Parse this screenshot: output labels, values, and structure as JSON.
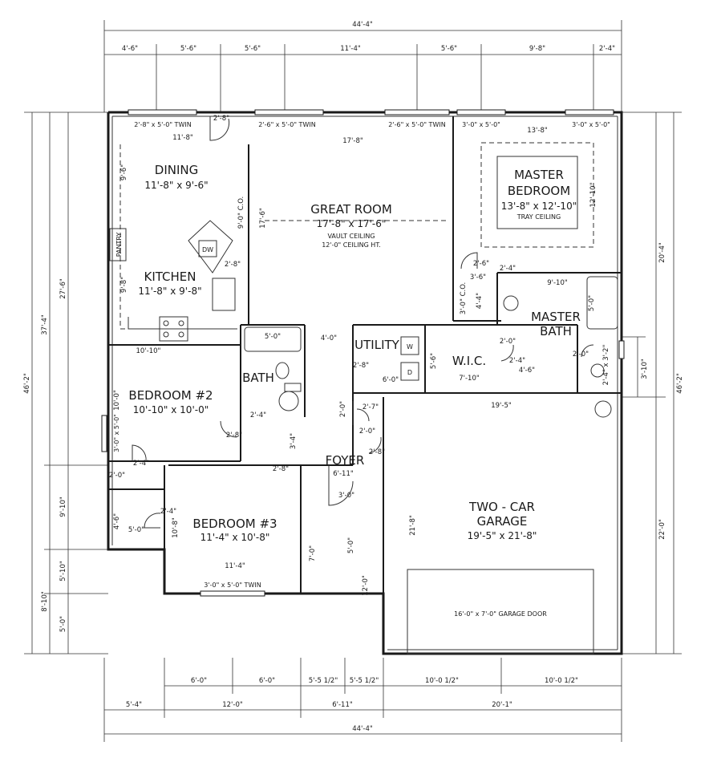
{
  "rooms": {
    "dining": {
      "name": "DINING",
      "size": "11'-8\" x 9'-6\""
    },
    "kitchen": {
      "name": "KITCHEN",
      "size": "11'-8\" x 9'-8\""
    },
    "great_room": {
      "name": "GREAT ROOM",
      "size": "17'-8\" x 17'-6\"",
      "note1": "VAULT CEILING",
      "note2": "12'-0\" CEILING HT."
    },
    "master_bedroom": {
      "name1": "MASTER",
      "name2": "BEDROOM",
      "size": "13'-8\" x 12'-10\"",
      "note": "TRAY CEILING"
    },
    "master_bath": {
      "name1": "MASTER",
      "name2": "BATH"
    },
    "utility": {
      "name": "UTILITY"
    },
    "wic": {
      "name": "W.I.C."
    },
    "bath": {
      "name": "BATH"
    },
    "bedroom2": {
      "name": "BEDROOM #2",
      "size": "10'-10\" x 10'-0\""
    },
    "bedroom3": {
      "name": "BEDROOM #3",
      "size": "11'-4\" x 10'-8\""
    },
    "foyer": {
      "name": "FOYER"
    },
    "garage": {
      "name1": "TWO - CAR",
      "name2": "GARAGE",
      "size": "19'-5\" x 21'-8\"",
      "door": "16'-0\" x 7'-0\" GARAGE DOOR"
    }
  },
  "fixtures": {
    "pantry": "PANTRY",
    "dw": "DW",
    "washer": "W",
    "dryer": "D"
  },
  "windows": {
    "dining_twin": "2'-8\" x 5'-0\" TWIN",
    "great_twin1": "2'-6\" x 5'-0\" TWIN",
    "great_twin2": "2'-6\" x 5'-0\" TWIN",
    "master1": "3'-0\" x 5'-0\"",
    "master2": "3'-0\" x 5'-0\"",
    "bed3_twin": "3'-0\" x 5'-0\" TWIN",
    "bed2_window": "3'-0\" x 5'-0\""
  },
  "dims_top_total": "44'-4\"",
  "dims_top": [
    "4'-6\"",
    "5'-6\"",
    "5'-6\"",
    "11'-4\"",
    "5'-6\"",
    "9'-8\"",
    "2'-4\""
  ],
  "dims_bottom_row1": [
    "6'-0\"",
    "6'-0\"",
    "5'-5 1/2\"",
    "5'-5 1/2\"",
    "10'-0 1/2\"",
    "10'-0 1/2\""
  ],
  "dims_bottom_row2": [
    "5'-4\"",
    "12'-0\"",
    "6'-11\"",
    "20'-1\""
  ],
  "dims_bottom_total": "44'-4\"",
  "dims_left": [
    "46'-2\"",
    "37'-4\"",
    "27'-6\"",
    "9'-10\"",
    "8'-10\"",
    "5'-10\"",
    "5'-0\""
  ],
  "dims_right": [
    "46'-2\"",
    "20'-4\"",
    "22'-0\"",
    "3'-10\""
  ],
  "dims_interior": {
    "d11_8": "11'-8\"",
    "d17_8": "17'-8\"",
    "d13_8": "13'-8\"",
    "d2_8": "2'-8\"",
    "d9_6": "9'-6\"",
    "d9_0co": "9'-0\" C.O.",
    "d17_6": "17'-6\"",
    "d9_8": "9'-8\"",
    "d12_10": "12'-10\"",
    "d10_10": "10'-10\"",
    "d5_0": "5'-0\"",
    "d4_0": "4'-0\"",
    "d5_6": "5'-6\"",
    "d7_10": "7'-10\"",
    "d19_5": "19'-5\"",
    "d21_8": "21'-8\"",
    "d6_11": "6'-11\"",
    "d3_0": "3'-0\"",
    "d11_4": "11'-4\"",
    "d10_8": "10'-8\"",
    "d10_0": "10'-0\"",
    "d2_4a": "2'-4\"",
    "d2_8b": "2'-8\"",
    "d3_4": "3'-4\"",
    "d2_8c": "2'-8\"",
    "d2_8d": "2'-8\"",
    "d2_8e": "2'-8\"",
    "d6_0": "6'-0\"",
    "d2_7": "2'-7\"",
    "d2_0": "2'-0\"",
    "d2_0b": "2'-0\"",
    "d2_4b": "2'-4\"",
    "d2_4c": "2'-4\"",
    "d2_4d": "2'-4\"",
    "d4_6": "4'-6\"",
    "d5_0b": "5'-0\"",
    "d4_6b": "4'-6\"",
    "d7_0": "7'-0\"",
    "d5_0c": "5'-0\"",
    "d12_0": "12'-0\"",
    "d2_6": "2'-6\"",
    "d3_6": "3'-6\"",
    "d4_4": "4'-4\"",
    "d2_4e": "2'-4\"",
    "d9_10": "9'-10\"",
    "d5_0d": "5'-0\"",
    "d2_0c": "2'-0\"",
    "d2_4f": "2'-4\"",
    "d4_6c": "4'-6\"",
    "d2_0d": "2'-0\"",
    "d2_4x": "2'-4\" x 3'-2\"",
    "d3_0co": "3'-0\" C.O.",
    "d2_8f": "2'-8\""
  }
}
